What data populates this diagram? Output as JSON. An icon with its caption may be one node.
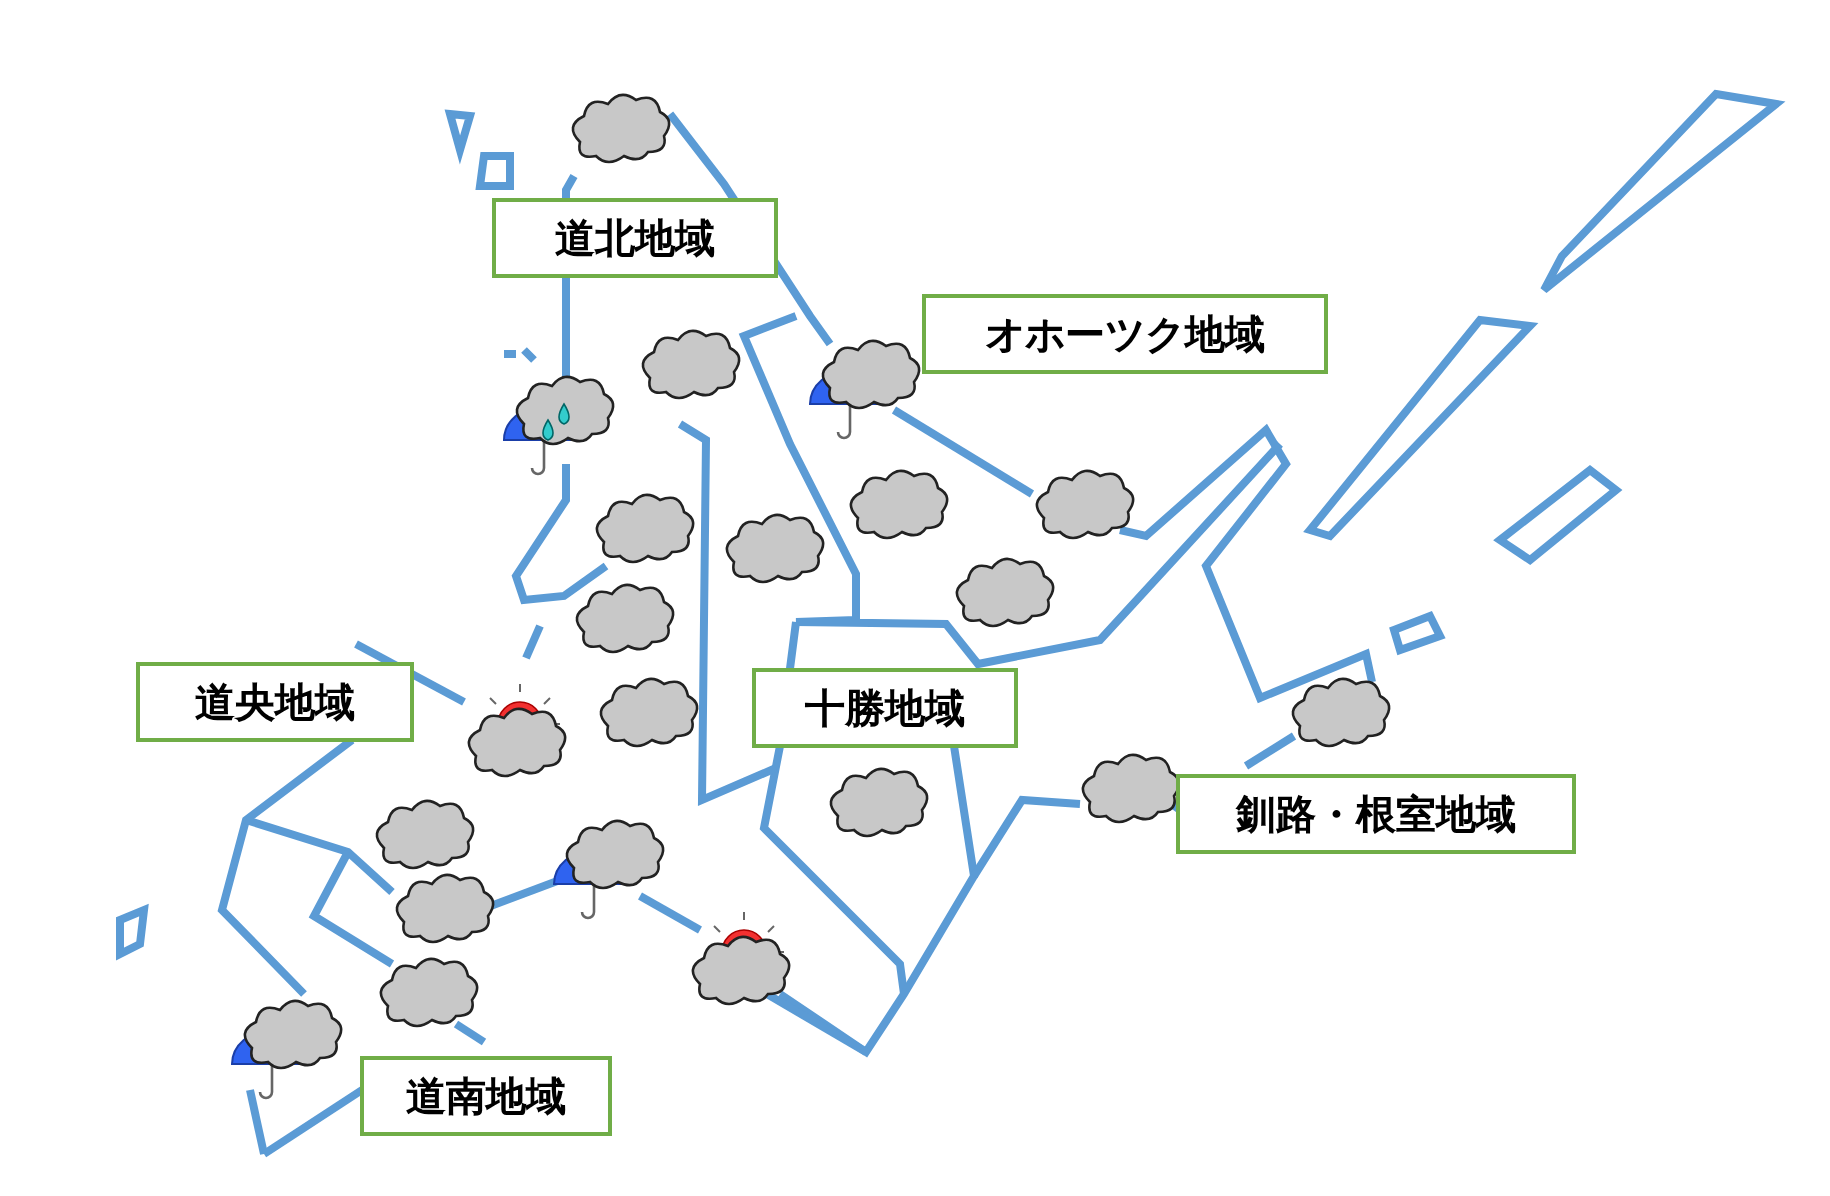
{
  "diagram": {
    "nodes": [
      {
        "text": [
          "道北地域"
        ]
      },
      {
        "text": [
          "オホーツク地域"
        ]
      },
      {
        "text": [
          "道央地域"
        ]
      },
      {
        "text": [
          "十勝地域"
        ]
      },
      {
        "text": [
          "釧路・根室地域"
        ]
      },
      {
        "text": [
          "道南地域"
        ]
      }
    ]
  }
}
